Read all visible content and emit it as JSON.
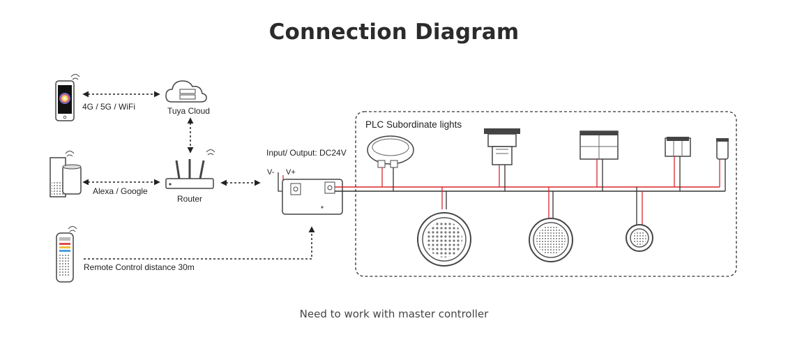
{
  "title": "Connection Diagram",
  "footer_note": "Need to work with master controller",
  "labels": {
    "wifi_link": "4G / 5G / WiFi",
    "cloud": "Tuya Cloud",
    "voice_link": "Alexa / Google",
    "router": "Router",
    "remote_link": "Remote Control distance 30m",
    "io": "Input/ Output: DC24V",
    "v_minus": "V-",
    "v_plus": "V+",
    "group": "PLC Subordinate lights"
  },
  "colors": {
    "wire_red": "#d9262c",
    "wire_dark": "#333333",
    "accent_outline": "#555555"
  },
  "icons": [
    "smartphone-icon",
    "cloud-server-icon",
    "smart-speaker-icon",
    "router-icon",
    "remote-control-icon",
    "controller-box-icon",
    "pool-bulb-icon",
    "spot-light-icon",
    "flood-light-icon",
    "wall-washer-icon",
    "bollard-light-icon",
    "pool-light-large-icon",
    "pool-light-medium-icon",
    "pool-light-small-icon"
  ]
}
